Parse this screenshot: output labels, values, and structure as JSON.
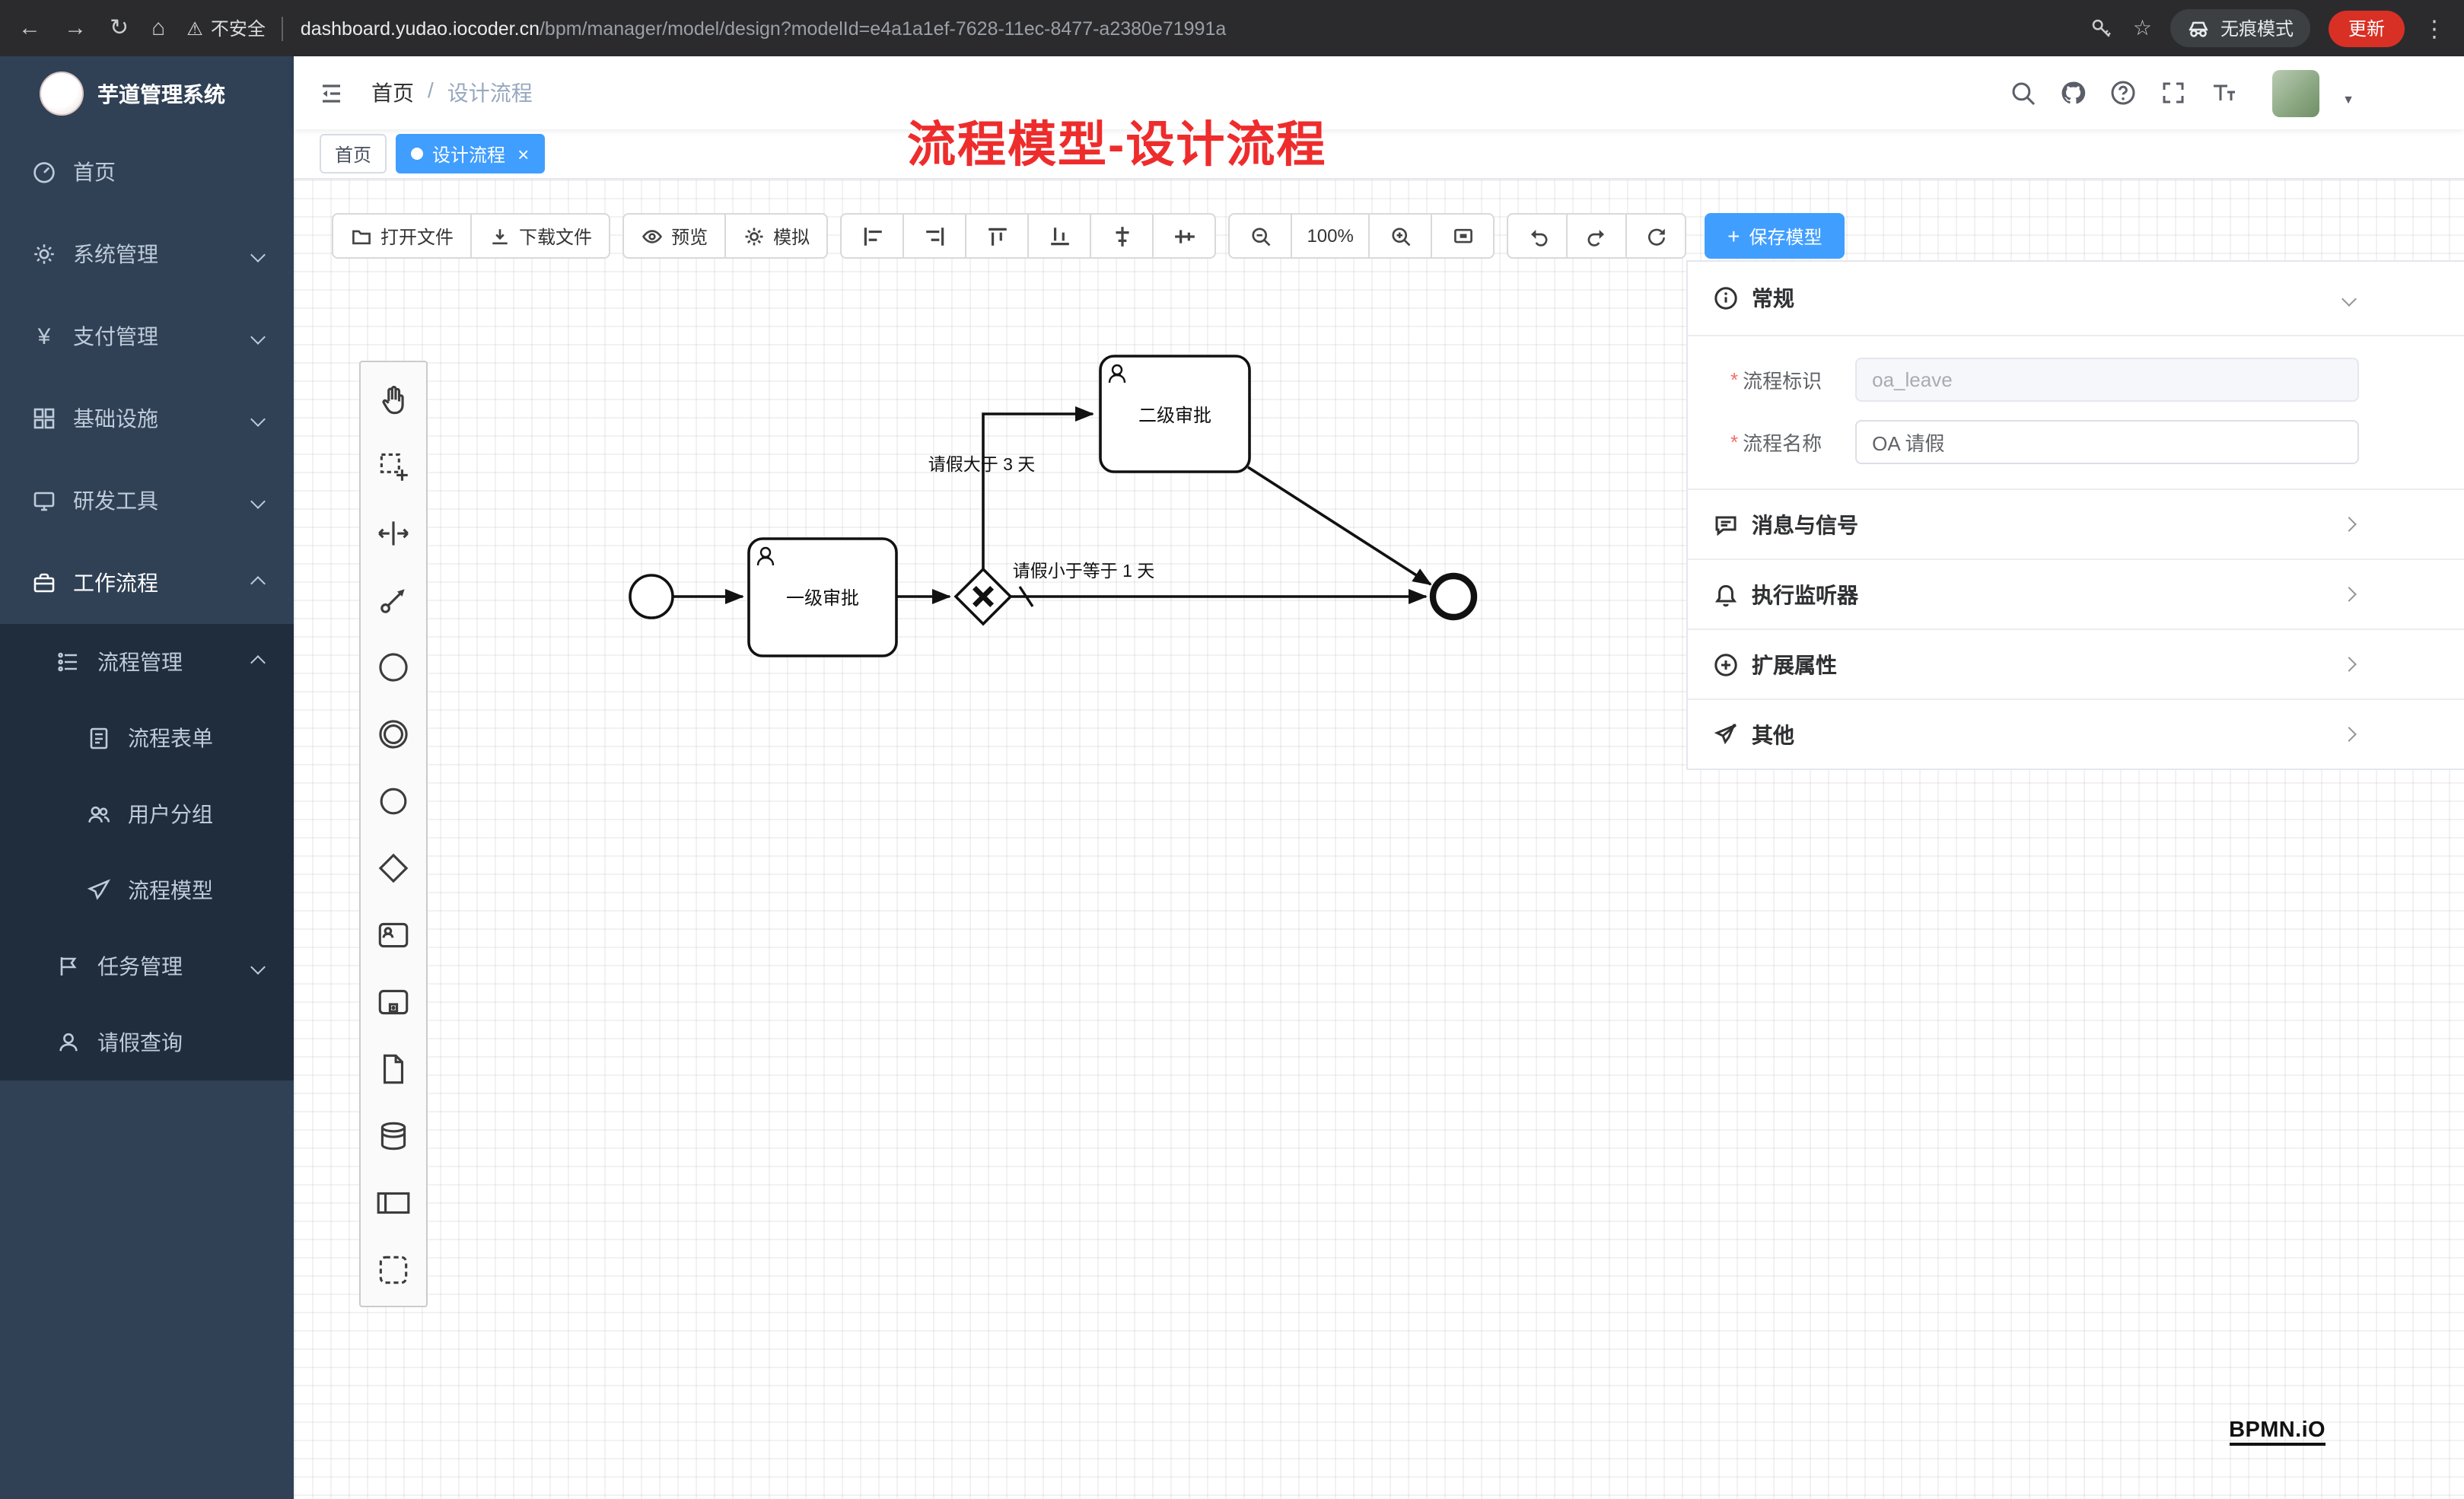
{
  "browser": {
    "security_label": "不安全",
    "url_host": "dashboard.yudao.iocoder.cn",
    "url_path": "/bpm/manager/model/design?modelId=e4a1a1ef-7628-11ec-8477-a2380e71991a",
    "incognito_label": "无痕模式",
    "update_label": "更新"
  },
  "icons": {
    "back": "←",
    "forward": "→",
    "reload": "↻",
    "home": "⌂",
    "warning": "⚠",
    "star": "☆",
    "more": "⋮",
    "yen": "¥",
    "slash": "/",
    "close": "×",
    "plus": "+",
    "caret": "▼"
  },
  "sidebar": {
    "logo_text": "芋道管理系统",
    "items": [
      {
        "label": "首页"
      },
      {
        "label": "系统管理"
      },
      {
        "label": "支付管理"
      },
      {
        "label": "基础设施"
      },
      {
        "label": "研发工具"
      },
      {
        "label": "工作流程"
      },
      {
        "label": "流程管理"
      },
      {
        "label": "流程表单"
      },
      {
        "label": "用户分组"
      },
      {
        "label": "流程模型"
      },
      {
        "label": "任务管理"
      },
      {
        "label": "请假查询"
      }
    ]
  },
  "header": {
    "breadcrumb_home": "首页",
    "breadcrumb_current": "设计流程",
    "annotation": "流程模型-设计流程"
  },
  "tabs": {
    "tab1": "首页",
    "tab2": "设计流程"
  },
  "toolbar": {
    "open_file": "打开文件",
    "download_file": "下载文件",
    "preview": "预览",
    "simulate": "模拟",
    "zoom_level": "100%",
    "save_model": "保存模型"
  },
  "diagram": {
    "task1": "一级审批",
    "task2": "二级审批",
    "flow_label_gt": "请假大于 3 天",
    "flow_label_lte": "请假小于等于 1 天"
  },
  "properties": {
    "sections": {
      "general": "常规",
      "message": "消息与信号",
      "listener": "执行监听器",
      "ext": "扩展属性",
      "other": "其他"
    },
    "required_mark": "*",
    "key_label": "流程标识",
    "key_value": "oa_leave",
    "name_label": "流程名称",
    "name_value": "OA 请假"
  },
  "watermark": "BPMN.iO"
}
